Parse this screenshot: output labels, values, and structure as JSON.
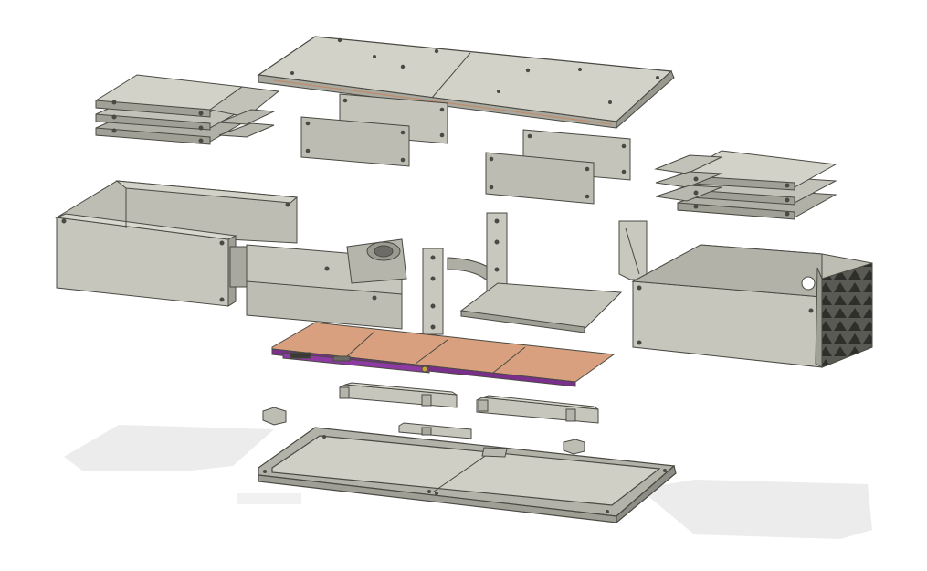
{
  "colors": {
    "background": "#ffffff",
    "part_fill": "#c9c9c0",
    "part_top": "#d8d8cf",
    "part_side": "#a8a89f",
    "edge": "#4a4a44",
    "board_copper": "#d8a07e",
    "board_pcb": "#7a2f8c",
    "shadow": "#ececec",
    "vent_dark": "#3c3c38"
  },
  "parts": [
    "top-lid",
    "drive-stack-left",
    "drive-stack-right",
    "side-plate-a",
    "side-plate-b",
    "side-plate-c",
    "side-plate-d",
    "enclosure-left-half",
    "enclosure-right-half",
    "cooling-assembly",
    "mainboard",
    "rail-left",
    "rail-right",
    "bottom-tray"
  ]
}
